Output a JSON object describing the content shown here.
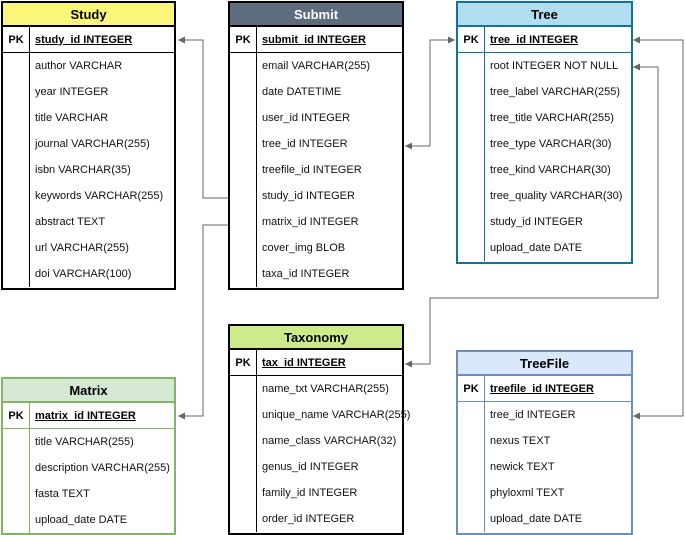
{
  "pk_label": "PK",
  "tables": {
    "study": {
      "title": "Study",
      "pk": "study_id INTEGER",
      "fields": [
        "author VARCHAR",
        "year INTEGER",
        "title VARCHAR",
        "journal VARCHAR(255)",
        "isbn VARCHAR(35)",
        "keywords VARCHAR(255)",
        "abstract TEXT",
        "url VARCHAR(255)",
        "doi VARCHAR(100)"
      ]
    },
    "submit": {
      "title": "Submit",
      "pk": "submit_id INTEGER",
      "fields": [
        "email VARCHAR(255)",
        "date DATETIME",
        "user_id INTEGER",
        "tree_id INTEGER",
        "treefile_id INTEGER",
        "study_id INTEGER",
        "matrix_id INTEGER",
        "cover_img BLOB",
        "taxa_id INTEGER"
      ]
    },
    "tree": {
      "title": "Tree",
      "pk": "tree_id INTEGER",
      "fields": [
        "root INTEGER NOT NULL",
        "tree_label VARCHAR(255)",
        "tree_title VARCHAR(255)",
        "tree_type VARCHAR(30)",
        "tree_kind VARCHAR(30)",
        "tree_quality VARCHAR(30)",
        "study_id INTEGER",
        "upload_date DATE"
      ]
    },
    "taxonomy": {
      "title": "Taxonomy",
      "pk": "tax_id INTEGER",
      "fields": [
        "name_txt VARCHAR(255)",
        "unique_name VARCHAR(255)",
        "name_class VARCHAR(32)",
        "genus_id INTEGER",
        "family_id INTEGER",
        "order_id INTEGER"
      ]
    },
    "matrix": {
      "title": "Matrix",
      "pk": "matrix_id INTEGER",
      "fields": [
        "title VARCHAR(255)",
        "description VARCHAR(255)",
        "fasta TEXT",
        "upload_date DATE"
      ]
    },
    "treefile": {
      "title": "TreeFile",
      "pk": "treefile_id INTEGER",
      "fields": [
        "tree_id INTEGER",
        "nexus TEXT",
        "newick TEXT",
        "phyloxml TEXT",
        "upload_date DATE"
      ]
    }
  },
  "colors": {
    "study_header": "#fbf57a",
    "submit_header": "#5d6d7e",
    "tree_header": "#b1ddf0",
    "taxonomy_header": "#cdeb8b",
    "matrix_header": "#d5e8d4",
    "treefile_header": "#dae8fc",
    "connector": "#666666"
  }
}
